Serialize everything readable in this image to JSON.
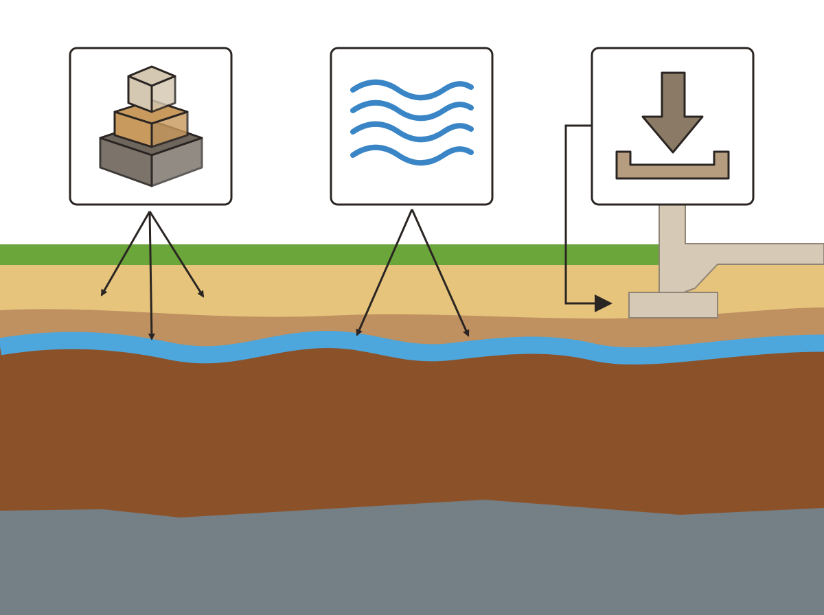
{
  "colors": {
    "sky": "#ffffff",
    "grass": "#6aa63a",
    "topsoil": "#e6c47c",
    "subsoil": "#bf9060",
    "water_table": "#4ea7dc",
    "clay": "#8b522a",
    "bedrock": "#747f86",
    "outline": "#2a2522",
    "wave_icon": "#3a85c6",
    "block_top": "#d5c8b2",
    "block_middle": "#c99a5e",
    "block_bottom": "#6e655c",
    "footing": "#d6c9b6",
    "press_arrow": "#8b7b66",
    "press_tray": "#b79d80"
  },
  "panels": [
    {
      "id": "soil-layers",
      "icon": "stacked-blocks-icon"
    },
    {
      "id": "groundwater",
      "icon": "water-waves-icon"
    },
    {
      "id": "foundation-load",
      "icon": "downward-load-icon"
    }
  ]
}
